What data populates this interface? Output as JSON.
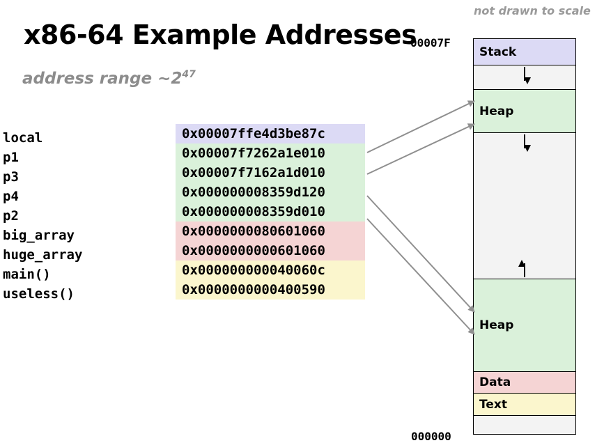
{
  "title": "x86-64 Example Addresses",
  "subtitle": {
    "text": "address range ~2",
    "exponent": "47"
  },
  "note": "not drawn to scale",
  "addresses": {
    "top": "00007F",
    "bottom": "000000"
  },
  "variables": [
    {
      "name": "local",
      "value": "0x00007ffe4d3be87c",
      "color": "#dcdaf5"
    },
    {
      "name": "p1",
      "value": "0x00007f7262a1e010",
      "color": "#daf1da"
    },
    {
      "name": "p3",
      "value": "0x00007f7162a1d010",
      "color": "#daf1da"
    },
    {
      "name": "p4",
      "value": "0x000000008359d120",
      "color": "#daf1da"
    },
    {
      "name": "p2",
      "value": "0x000000008359d010",
      "color": "#daf1da"
    },
    {
      "name": "big_array",
      "value": "0x0000000080601060",
      "color": "#f5d4d4"
    },
    {
      "name": "huge_array",
      "value": "0x0000000000601060",
      "color": "#f5d4d4"
    },
    {
      "name": "main()",
      "value": "0x000000000040060c",
      "color": "#fbf6cd"
    },
    {
      "name": "useless()",
      "value": "0x0000000000400590",
      "color": "#fbf6cd"
    }
  ],
  "segments": {
    "stack": {
      "label": "Stack",
      "color": "#dcdaf5"
    },
    "heap_top": {
      "label": "Heap",
      "color": "#daf1da"
    },
    "heap_bottom": {
      "label": "Heap",
      "color": "#daf1da"
    },
    "data": {
      "label": "Data",
      "color": "#f5d4d4"
    },
    "text": {
      "label": "Text",
      "color": "#fbf6cd"
    }
  }
}
